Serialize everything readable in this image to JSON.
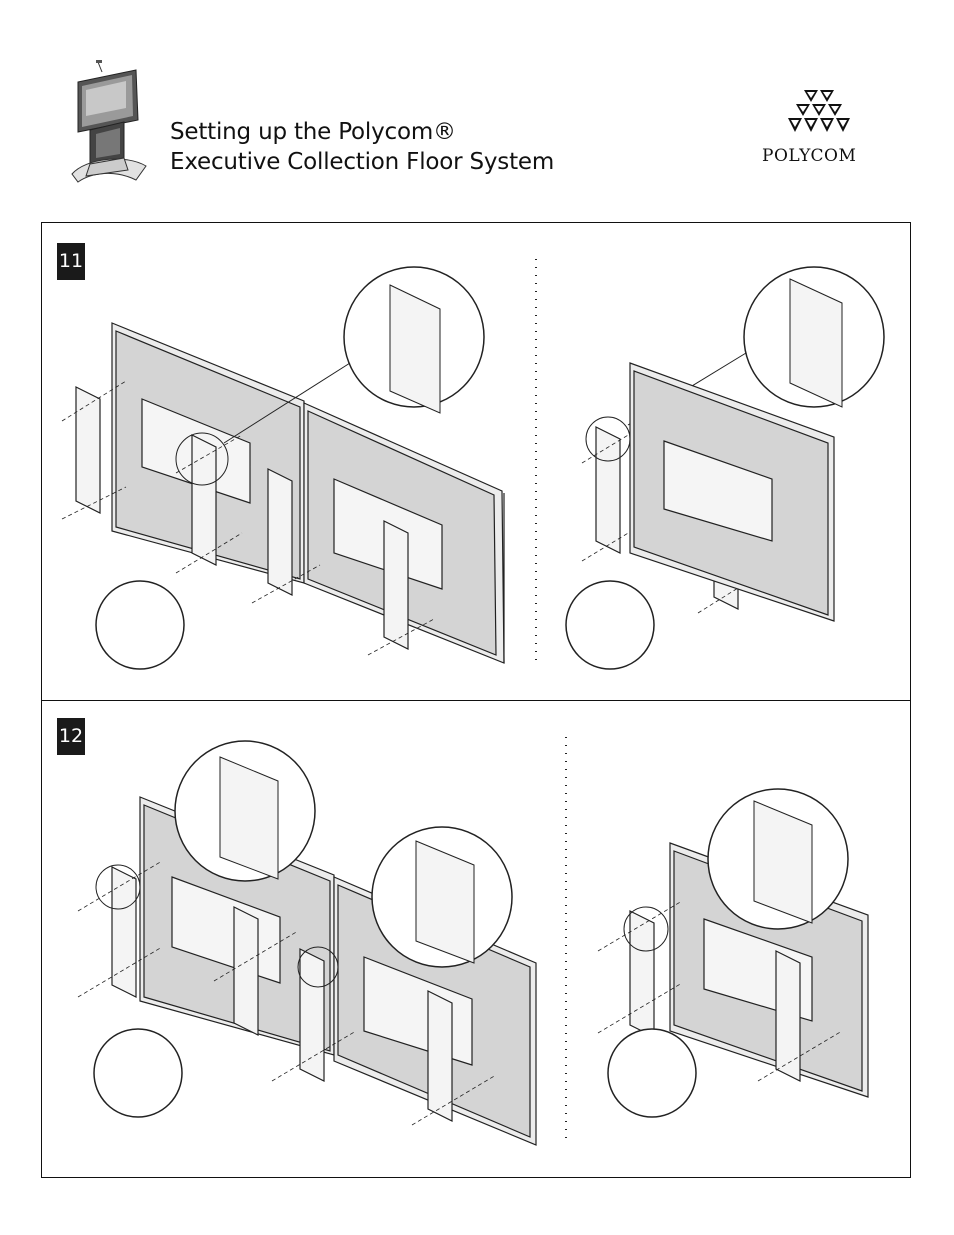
{
  "header": {
    "title_line1": "Setting up the Polycom®",
    "title_line2": "Executive Collection Floor System",
    "brand": "POLYCOM"
  },
  "steps": [
    {
      "number": "11"
    },
    {
      "number": "12"
    }
  ],
  "colors": {
    "panel_gray": "#d4d4d4",
    "step_badge": "#1a1a1a",
    "line": "#222222"
  }
}
